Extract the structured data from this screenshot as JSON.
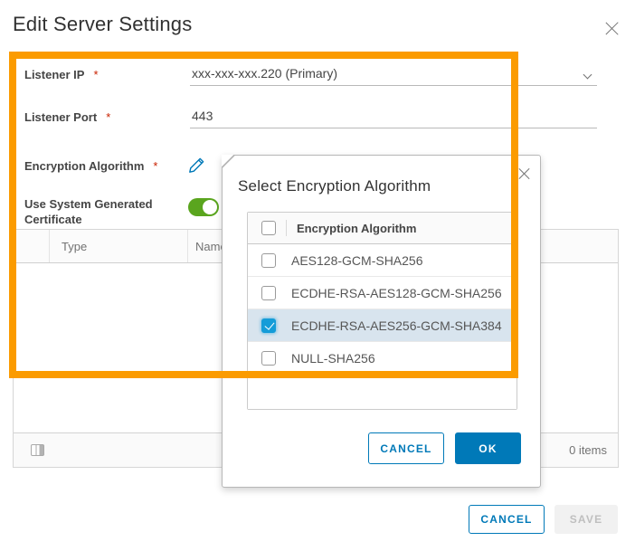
{
  "dialog": {
    "title": "Edit Server Settings",
    "required_marker": "*",
    "fields": {
      "listener_ip": {
        "label": "Listener IP",
        "value": "xxx-xxx-xxx.220 (Primary)"
      },
      "listener_port": {
        "label": "Listener Port",
        "value": "443"
      },
      "encryption_algorithm": {
        "label": "Encryption Algorithm"
      },
      "use_system_generated_certificate": {
        "label": "Use System Generated Certificate",
        "on": true
      }
    },
    "grid": {
      "columns": {
        "type": "Type",
        "name": "Name"
      },
      "footer": {
        "items_count": "0 items"
      }
    },
    "buttons": {
      "cancel": "CANCEL",
      "save": "SAVE"
    }
  },
  "modal": {
    "title": "Select Encryption Algorithm",
    "table": {
      "header": "Encryption Algorithm",
      "rows": [
        {
          "label": "AES128-GCM-SHA256",
          "checked": false
        },
        {
          "label": "ECDHE-RSA-AES128-GCM-SHA256",
          "checked": false
        },
        {
          "label": "ECDHE-RSA-AES256-GCM-SHA384",
          "checked": true
        },
        {
          "label": "NULL-SHA256",
          "checked": false
        }
      ]
    },
    "buttons": {
      "cancel": "CANCEL",
      "ok": "OK"
    }
  },
  "icons": {
    "close_icon": "x-cross",
    "edit_icon": "pencil",
    "dropdown_icon": "chevron-down",
    "columns_icon": "column-settings",
    "checkmark_icon": "check"
  },
  "colors": {
    "annotation_orange": "#FB9B00",
    "primary_blue": "#0079B8",
    "toggle_green": "#5AA51E",
    "checkbox_checked_blue": "#149CD8",
    "selected_row_blue": "#D8E4EE",
    "required_red": "#C92100",
    "disabled_gray": "#F1F1F1"
  }
}
